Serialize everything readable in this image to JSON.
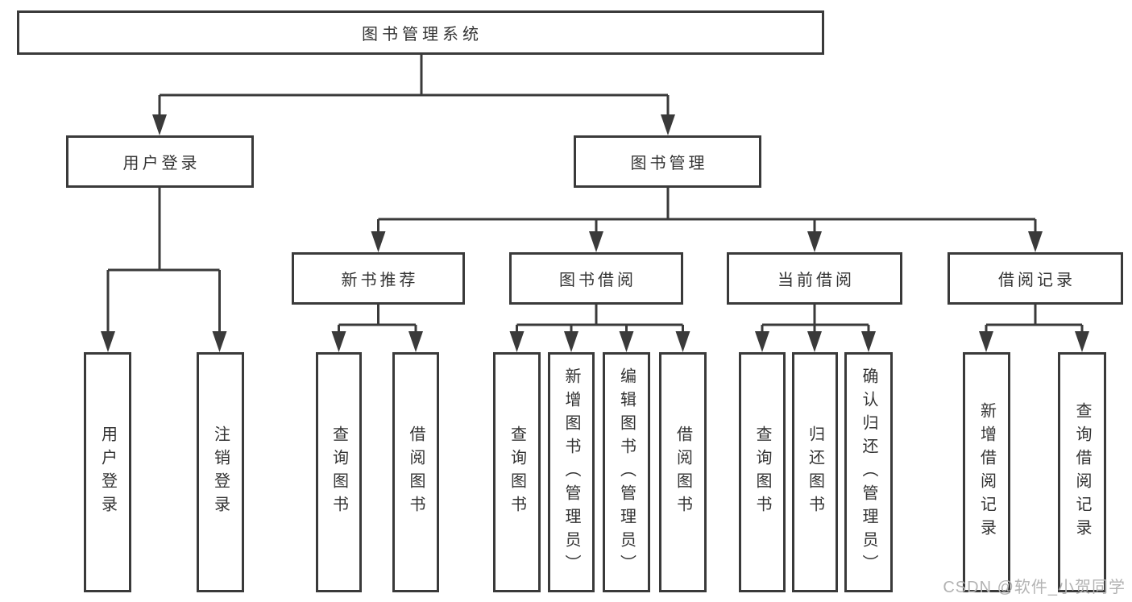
{
  "diagram": {
    "root": "图书管理系统",
    "user_login": {
      "label": "用户登录",
      "children": [
        "用户登录",
        "注销登录"
      ]
    },
    "book_management": {
      "label": "图书管理",
      "sections": [
        {
          "label": "新书推荐",
          "children": [
            "查询图书",
            "借阅图书"
          ]
        },
        {
          "label": "图书借阅",
          "children": [
            "查询图书",
            "新增图书（管理员）",
            "编辑图书（管理员）",
            "借阅图书"
          ]
        },
        {
          "label": "当前借阅",
          "children": [
            "查询图书",
            "归还图书",
            "确认归还（管理员）"
          ]
        },
        {
          "label": "借阅记录",
          "children": [
            "新增借阅记录",
            "查询借阅记录"
          ]
        }
      ]
    }
  },
  "watermark": "CSDN @软件_小贺同学",
  "colors": {
    "line": "#3a3a3a",
    "text": "#333333",
    "watermark": "#b3b3b3",
    "background": "#ffffff"
  }
}
